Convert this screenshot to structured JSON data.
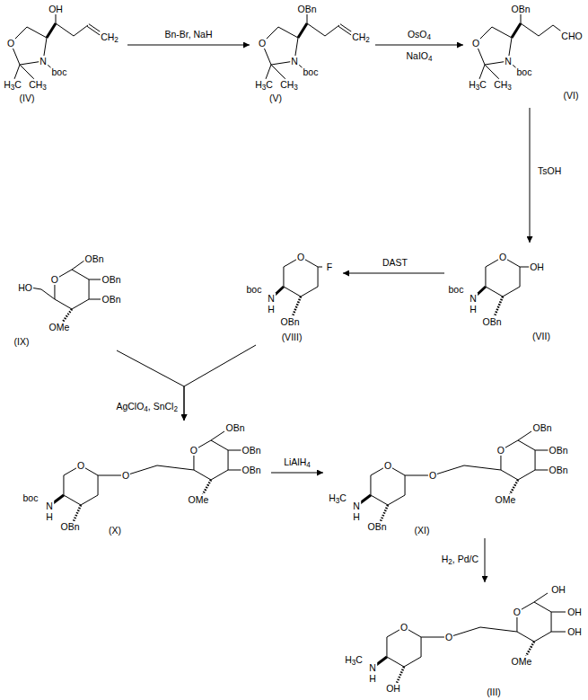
{
  "diagram": {
    "nodes": [
      {
        "text": [
          "OH",
          "O",
          "N",
          "boc",
          "H3C",
          "CH3",
          "CH2",
          "(IV)"
        ]
      },
      {
        "text": [
          "OBn",
          "O",
          "N",
          "boc",
          "H3C",
          "CH3",
          "CH2",
          "(V)"
        ]
      },
      {
        "text": [
          "OBn",
          "O",
          "N",
          "boc",
          "H3C",
          "CH3",
          "CHO",
          "(VI)"
        ]
      },
      {
        "text": [
          "OBn",
          "HO",
          "O",
          "OBn",
          "OBn",
          "OMe",
          "(IX)"
        ]
      },
      {
        "text": [
          "O",
          "F",
          "boc",
          "N",
          "H",
          "OBn",
          "(VIII)"
        ]
      },
      {
        "text": [
          "O",
          "OH",
          "boc",
          "N",
          "H",
          "OBn",
          "(VII)"
        ]
      },
      {
        "text": [
          "O",
          "O",
          "OBn",
          "O",
          "OBn",
          "OBn",
          "OMe",
          "boc",
          "N",
          "H",
          "OBn",
          "(X)"
        ]
      },
      {
        "text": [
          "O",
          "O",
          "OBn",
          "O",
          "OBn",
          "OBn",
          "OMe",
          "H3C",
          "N",
          "H",
          "OBn",
          "(XI)"
        ]
      },
      {
        "text": [
          "O",
          "O",
          "OH",
          "O",
          "OH",
          "OH",
          "OMe",
          "H3C",
          "N",
          "H",
          "OH",
          "(III)"
        ]
      }
    ],
    "edges": [
      {
        "from": 0,
        "to": 1,
        "arrow": "to",
        "label": "Bn-Br, NaH"
      },
      {
        "from": 1,
        "to": 2,
        "arrow": "to",
        "label": "OsO4"
      },
      {
        "from": 2,
        "to": 5,
        "arrow": "to",
        "label": "TsOH"
      },
      {
        "from": 5,
        "to": 4,
        "arrow": "to",
        "label": "DAST"
      },
      {
        "from": 3,
        "to": 6,
        "arrow": "to",
        "label": "AgClO4, SnCl2"
      },
      {
        "from": 4,
        "to": 6,
        "arrow": "to"
      },
      {
        "from": 6,
        "to": 7,
        "arrow": "to",
        "label": "LiAlH4"
      },
      {
        "from": 7,
        "to": 8,
        "arrow": "to",
        "label": "H2, Pd/C"
      }
    ],
    "labels": [
      "NaIO4"
    ]
  }
}
